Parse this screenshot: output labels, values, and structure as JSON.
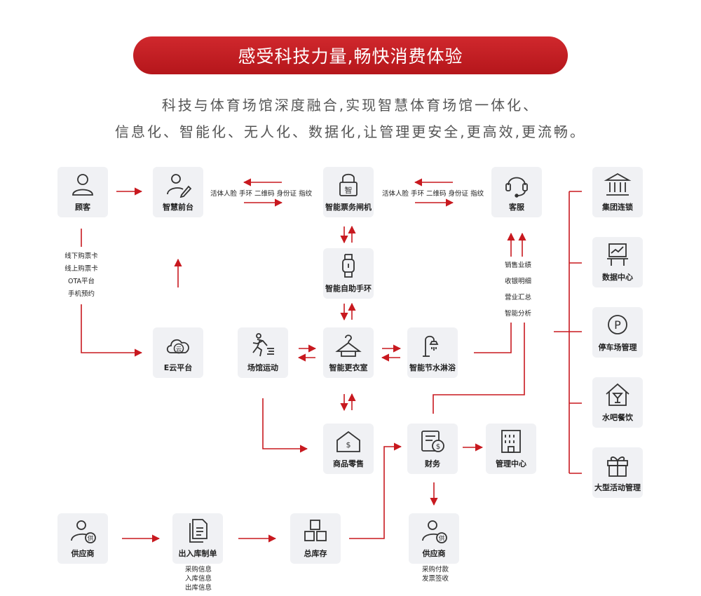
{
  "banner": {
    "title": "感受科技力量,畅快消费体验"
  },
  "subtitle": {
    "line1": "科技与体育场馆深度融合,实现智慧体育场馆一体化、",
    "line2": "信息化、智能化、无人化、数据化,让管理更安全,更高效,更流畅。"
  },
  "nodes": {
    "customer": "顾客",
    "front_desk": "智慧前台",
    "gate": "智能票务闸机",
    "service": "客服",
    "wristband": "智能自助手环",
    "ecloud": "E云平台",
    "venue_sport": "场馆运动",
    "locker": "智能更衣室",
    "shower": "智能节水淋浴",
    "retail": "商品零售",
    "finance": "财务",
    "mgmt_center": "管理中心",
    "supplier_left": "供应商",
    "stock_doc": "出入库制单",
    "warehouse": "总库存",
    "supplier_right": "供应商"
  },
  "side_nodes": {
    "group_chain": "集团连锁",
    "data_center": "数据中心",
    "parking": "停车场管理",
    "bar_food": "水吧餐饮",
    "event_mgmt": "大型活动管理"
  },
  "annotations": {
    "auth_left": "活体人脸 手环 二维码 身份证 指纹",
    "auth_right": "活体人脸 手环 二维码 身份证 指纹",
    "channels": [
      "线下购票卡",
      "线上购票卡",
      "OTA平台",
      "手机预约"
    ],
    "reports": [
      "销售业绩",
      "收银明细",
      "营业汇总",
      "智能分析"
    ],
    "stock_info": [
      "采购信息",
      "入库信息",
      "出库信息"
    ],
    "payment_info": [
      "采购付款",
      "发票签收"
    ]
  },
  "icon_text": {
    "gate": "智",
    "ecloud": "云",
    "supplier": "供",
    "parking": "P",
    "money": "$"
  },
  "colors": {
    "accent": "#c8191f",
    "node_bg": "#f0f1f4",
    "line": "#c8191f"
  }
}
